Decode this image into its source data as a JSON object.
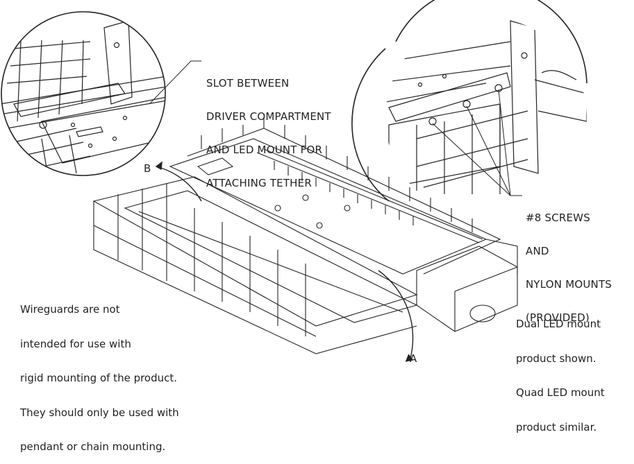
{
  "callouts": {
    "slot": [
      "SLOT BETWEEN",
      "DRIVER COMPARTMENT",
      "AND LED MOUNT FOR",
      "ATTACHING TETHER"
    ],
    "screws": [
      "#8 SCREWS",
      "AND",
      "NYLON MOUNTS",
      "(PROVIDED)"
    ]
  },
  "view_markers": {
    "a": "A",
    "b": "B"
  },
  "notes": {
    "wireguards": [
      "Wireguards are not",
      "intended for use with",
      "rigid mounting of the product.",
      "They should only be used with",
      "pendant or chain mounting."
    ],
    "dual": [
      "Dual LED mount",
      "product shown.",
      "Quad LED mount",
      "product similar."
    ]
  },
  "colors": {
    "ink": "#222222",
    "paper": "#ffffff"
  }
}
